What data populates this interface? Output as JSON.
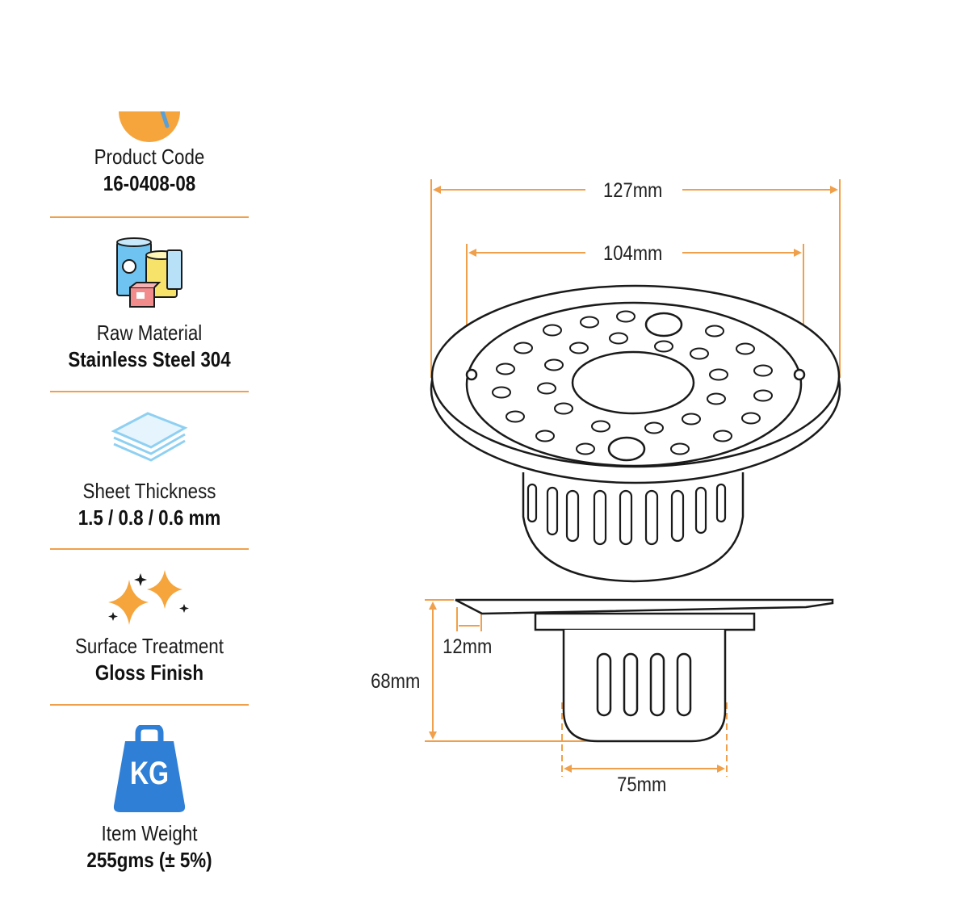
{
  "specs": [
    {
      "label": "Product Code",
      "value": "16-0408-08",
      "icon": "code-badge-icon"
    },
    {
      "label": "Raw Material",
      "value": "Stainless Steel 304",
      "icon": "material-drums-icon"
    },
    {
      "label": "Sheet Thickness",
      "value": "1.5 / 0.8 / 0.6 mm",
      "icon": "sheet-layers-icon"
    },
    {
      "label": "Surface Treatment",
      "value": "Gloss Finish",
      "icon": "sparkle-icon"
    },
    {
      "label": "Item Weight",
      "value": "255gms (± 5%)",
      "icon": "kg-weight-icon"
    }
  ],
  "weight_icon_text": "KG",
  "dimensions": {
    "outer_width": "127mm",
    "inner_width": "104mm",
    "rim": "12mm",
    "height": "68mm",
    "body_width": "75mm"
  },
  "colors": {
    "accent": "#F0A04B",
    "weight_blue": "#2F7FD6",
    "line": "#1a1a1a"
  }
}
